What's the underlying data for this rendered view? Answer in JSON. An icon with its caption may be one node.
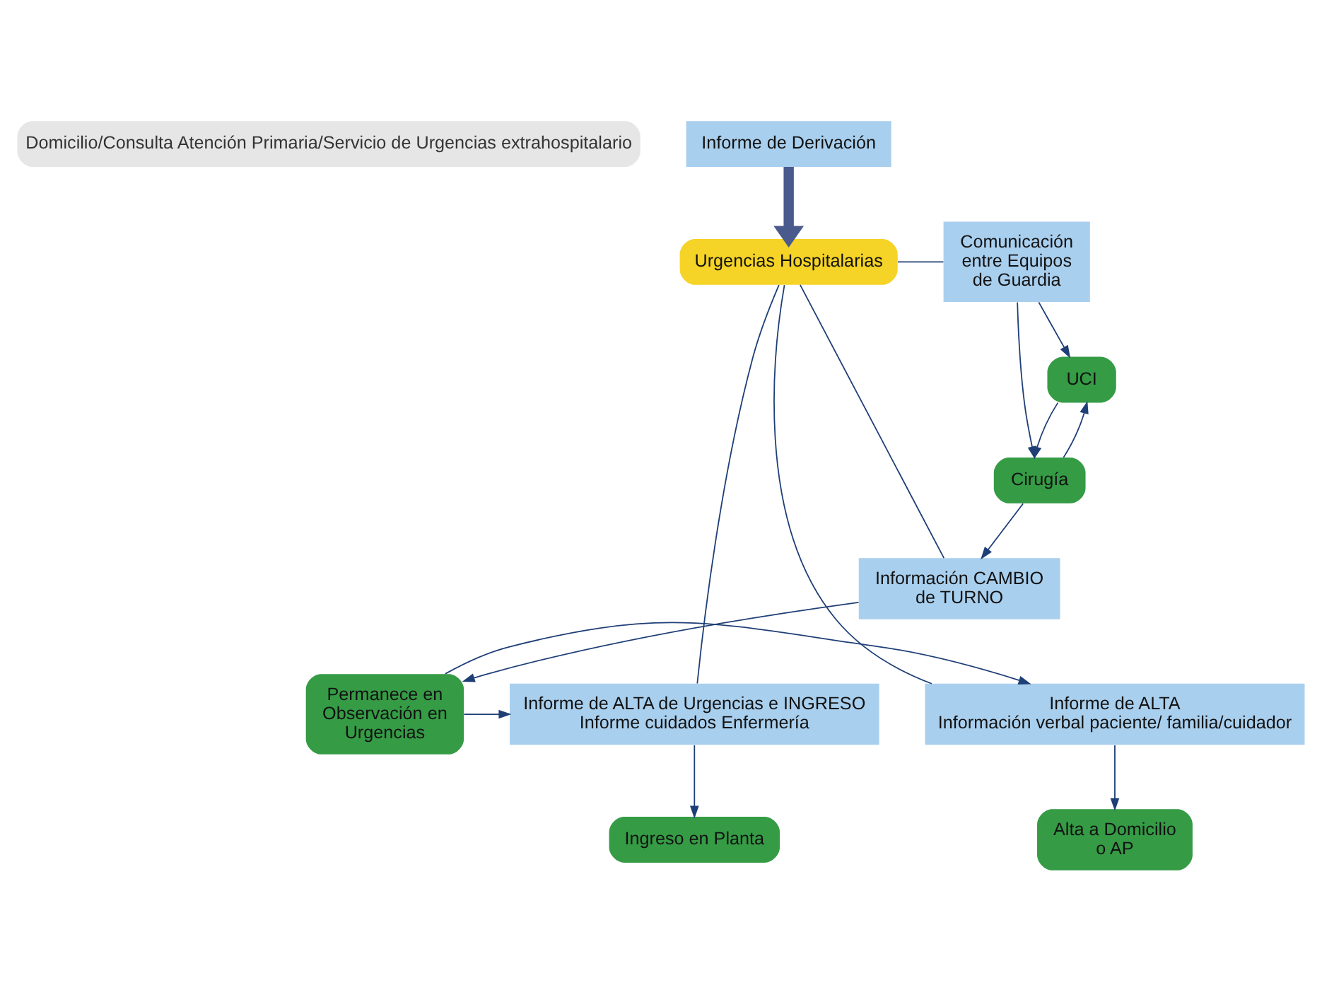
{
  "diagram": {
    "nodes": [
      {
        "text": [
          "Domicilio/Consulta Atención Primaria/Servicio de Urgencias extrahospitalario"
        ]
      },
      {
        "text": [
          "Informe de Derivación"
        ]
      },
      {
        "text": [
          "Urgencias Hospitalarias"
        ]
      },
      {
        "text": [
          "Comunicación entre Equipos de Guardia"
        ]
      },
      {
        "text": [
          "UCI"
        ]
      },
      {
        "text": [
          "Cirugía"
        ]
      },
      {
        "text": [
          "Información CAMBIO de TURNO"
        ]
      },
      {
        "text": [
          "Informe de ALTA",
          "Información verbal paciente/ familia/cuidador"
        ]
      },
      {
        "text": [
          "Permanece en Observación en Urgencias"
        ]
      },
      {
        "text": [
          "Informe de ALTA de Urgencias e INGRESO",
          "Informe cuidados Enfermería"
        ]
      },
      {
        "text": [
          "Alta a Domicilio o AP"
        ]
      },
      {
        "text": [
          "Ingreso en Planta"
        ]
      }
    ],
    "edges": [
      {
        "from": 1,
        "to": 2,
        "arrow": "to",
        "style": "thick",
        "color": "#4a5a8c"
      },
      {
        "from": 2,
        "to": 3,
        "arrow": "none"
      },
      {
        "from": 3,
        "to": 4,
        "arrow": "to"
      },
      {
        "from": 3,
        "to": 5,
        "arrow": "to"
      },
      {
        "from": 5,
        "to": 4,
        "arrow": "to"
      },
      {
        "from": 4,
        "to": 5,
        "arrow": "to"
      },
      {
        "from": 5,
        "to": 6,
        "arrow": "to"
      },
      {
        "from": 2,
        "to": 6,
        "arrow": "none"
      },
      {
        "from": 6,
        "to": 8,
        "arrow": "to"
      },
      {
        "from": 2,
        "to": 7,
        "arrow": "none"
      },
      {
        "from": 7,
        "to": 10,
        "arrow": "to"
      },
      {
        "from": 2,
        "to": 9,
        "arrow": "none"
      },
      {
        "from": 9,
        "to": 11,
        "arrow": "to"
      },
      {
        "from": 8,
        "to": 7,
        "arrow": "to"
      },
      {
        "from": 8,
        "to": 9,
        "arrow": "to"
      }
    ]
  }
}
